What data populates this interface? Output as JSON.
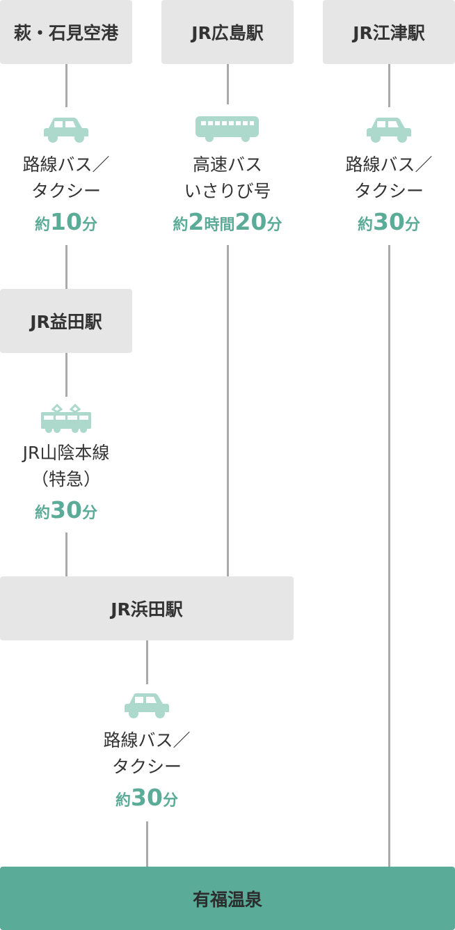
{
  "origins": [
    {
      "name": "萩・石見空港"
    },
    {
      "name": "JR広島駅"
    },
    {
      "name": "JR江津駅"
    }
  ],
  "routes": {
    "hagi": {
      "icon": "car-icon",
      "line1": "路線バス／",
      "line2": "タクシー",
      "pre": "約",
      "num1": "10",
      "unit1": "分"
    },
    "hiroshima": {
      "icon": "bus-icon",
      "line1": "高速バス",
      "line2": "いさりび号",
      "pre": "約",
      "num1": "2",
      "unit1": "時間",
      "num2": "20",
      "unit2": "分"
    },
    "gotsu": {
      "icon": "car-icon",
      "line1": "路線バス／",
      "line2": "タクシー",
      "pre": "約",
      "num1": "30",
      "unit1": "分"
    },
    "masuda": {
      "icon": "train-icon",
      "line1": "JR山陰本線",
      "line2": "（特急）",
      "pre": "約",
      "num1": "30",
      "unit1": "分"
    },
    "hamada": {
      "icon": "car-icon",
      "line1": "路線バス／",
      "line2": "タクシー",
      "pre": "約",
      "num1": "30",
      "unit1": "分"
    }
  },
  "stations": {
    "masuda": "JR益田駅",
    "hamada": "JR浜田駅"
  },
  "destination": "有福温泉",
  "colors": {
    "accent": "#5aab97",
    "icon": "#acd9cc",
    "box": "#e6e6e6",
    "line": "#aaaaaa"
  }
}
